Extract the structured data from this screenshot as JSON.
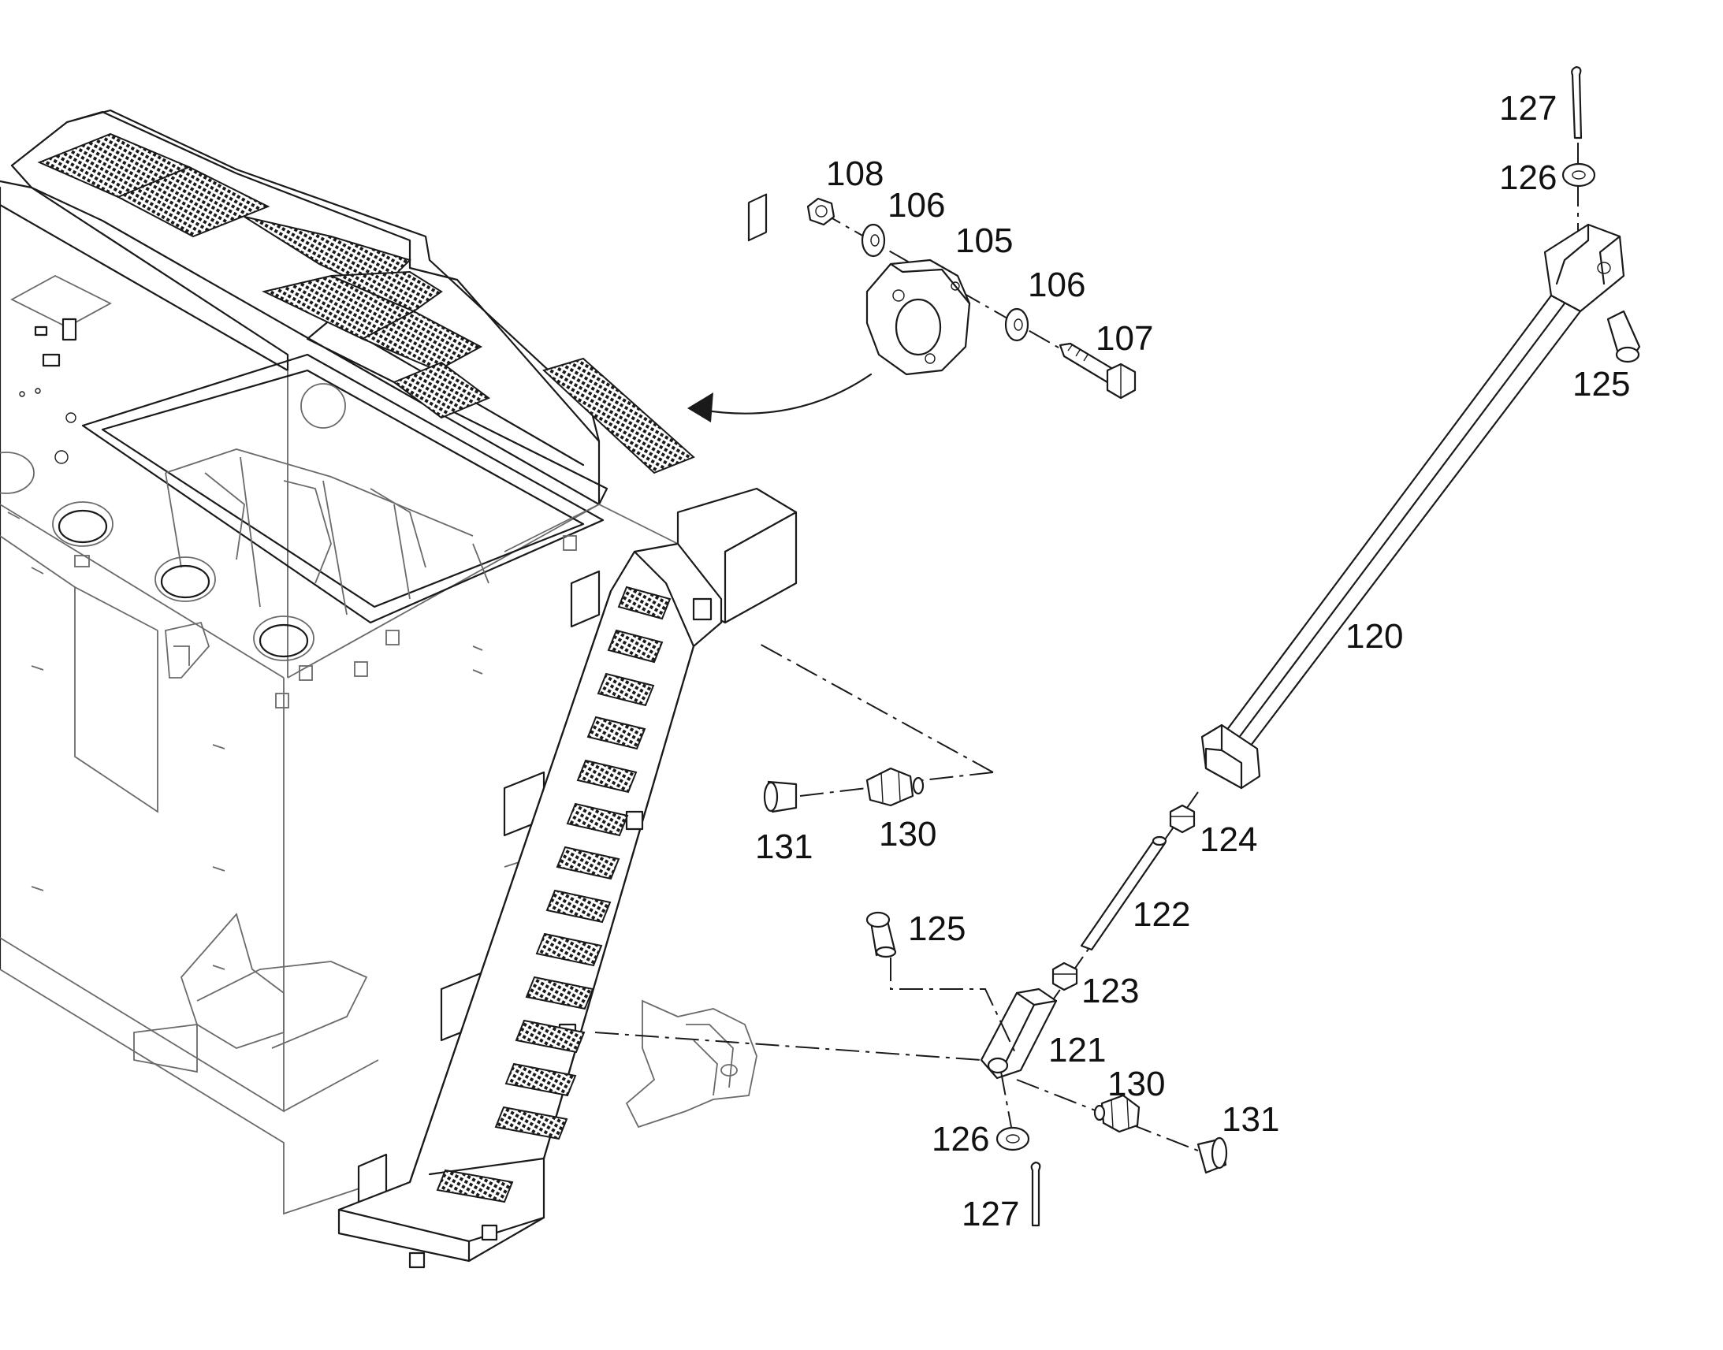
{
  "diagram": {
    "callouts": {
      "c108": "108",
      "c106a": "106",
      "c105": "105",
      "c106b": "106",
      "c107": "107",
      "c127a": "127",
      "c126a": "126",
      "c125a": "125",
      "c120": "120",
      "c124": "124",
      "c122": "122",
      "c131a": "131",
      "c130a": "130",
      "c125b": "125",
      "c123": "123",
      "c121": "121",
      "c130b": "130",
      "c131b": "131",
      "c126b": "126",
      "c127b": "127"
    }
  }
}
